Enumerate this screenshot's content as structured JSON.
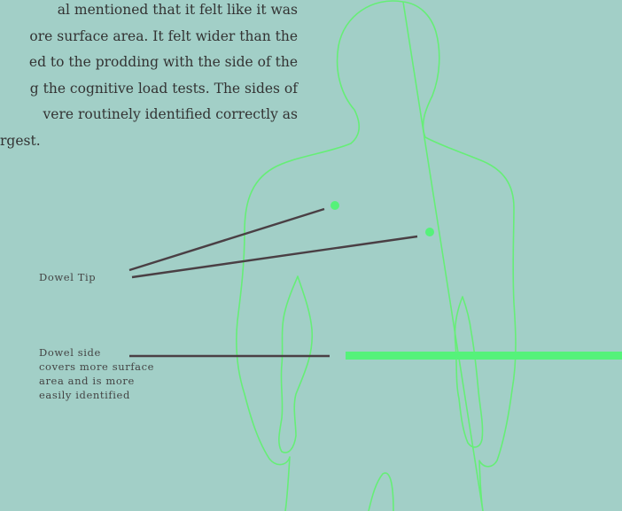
{
  "paragraph": {
    "lines": [
      "al mentioned that it felt like it was",
      "ore surface area. It felt wider than the",
      "ed to the prodding with the side of the",
      "g the cognitive load tests. The sides of",
      "vere routinely identified correctly as",
      "rgest."
    ]
  },
  "labels": {
    "dowel_tip": "Dowel Tip",
    "dowel_side": [
      "Dowel side",
      "covers more surface",
      "area and is more",
      "easily identified"
    ]
  },
  "colors": {
    "background": "#a2cfc7",
    "figure_outline": "#66ee77",
    "dowel": "#55f27a",
    "leader_line": "#4a3f44",
    "text": "#333333"
  }
}
